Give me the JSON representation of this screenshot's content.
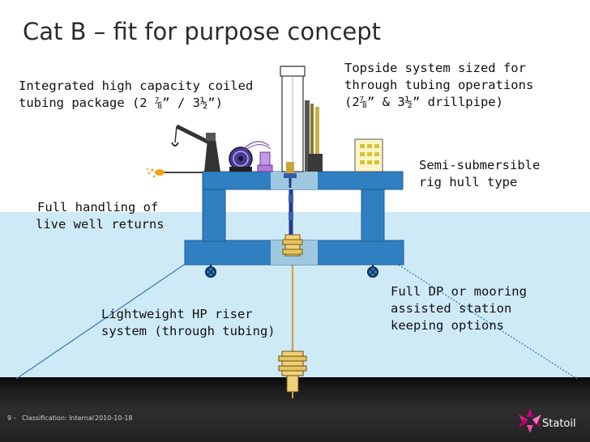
{
  "title": "Cat B – fit for purpose concept",
  "labels": {
    "coiled_tubing": [
      "Integrated high capacity coiled",
      "tubing package (2 ⅞” / 3½”)"
    ],
    "topside": [
      "Topside system sized for",
      "through tubing operations",
      "(2⅞” & 3½” drillpipe)"
    ],
    "hull": [
      "Semi-submersible",
      "rig hull type"
    ],
    "returns": [
      "Full handling of",
      "live well returns"
    ],
    "riser": [
      "Lightweight HP riser",
      "system (through tubing)"
    ],
    "station": [
      "Full DP or mooring",
      "assisted station",
      "keeping options"
    ]
  },
  "footer": {
    "page": "9 -",
    "classification": "Classification: Internal",
    "date": "2010-10-18"
  },
  "logo": {
    "text": "Statoil"
  },
  "colors": {
    "sea": "#cfeaf7",
    "hull": "#2f7fc1",
    "hull_light": "#9fc7df",
    "seabed": "#111111",
    "brand": "#c8007a"
  }
}
